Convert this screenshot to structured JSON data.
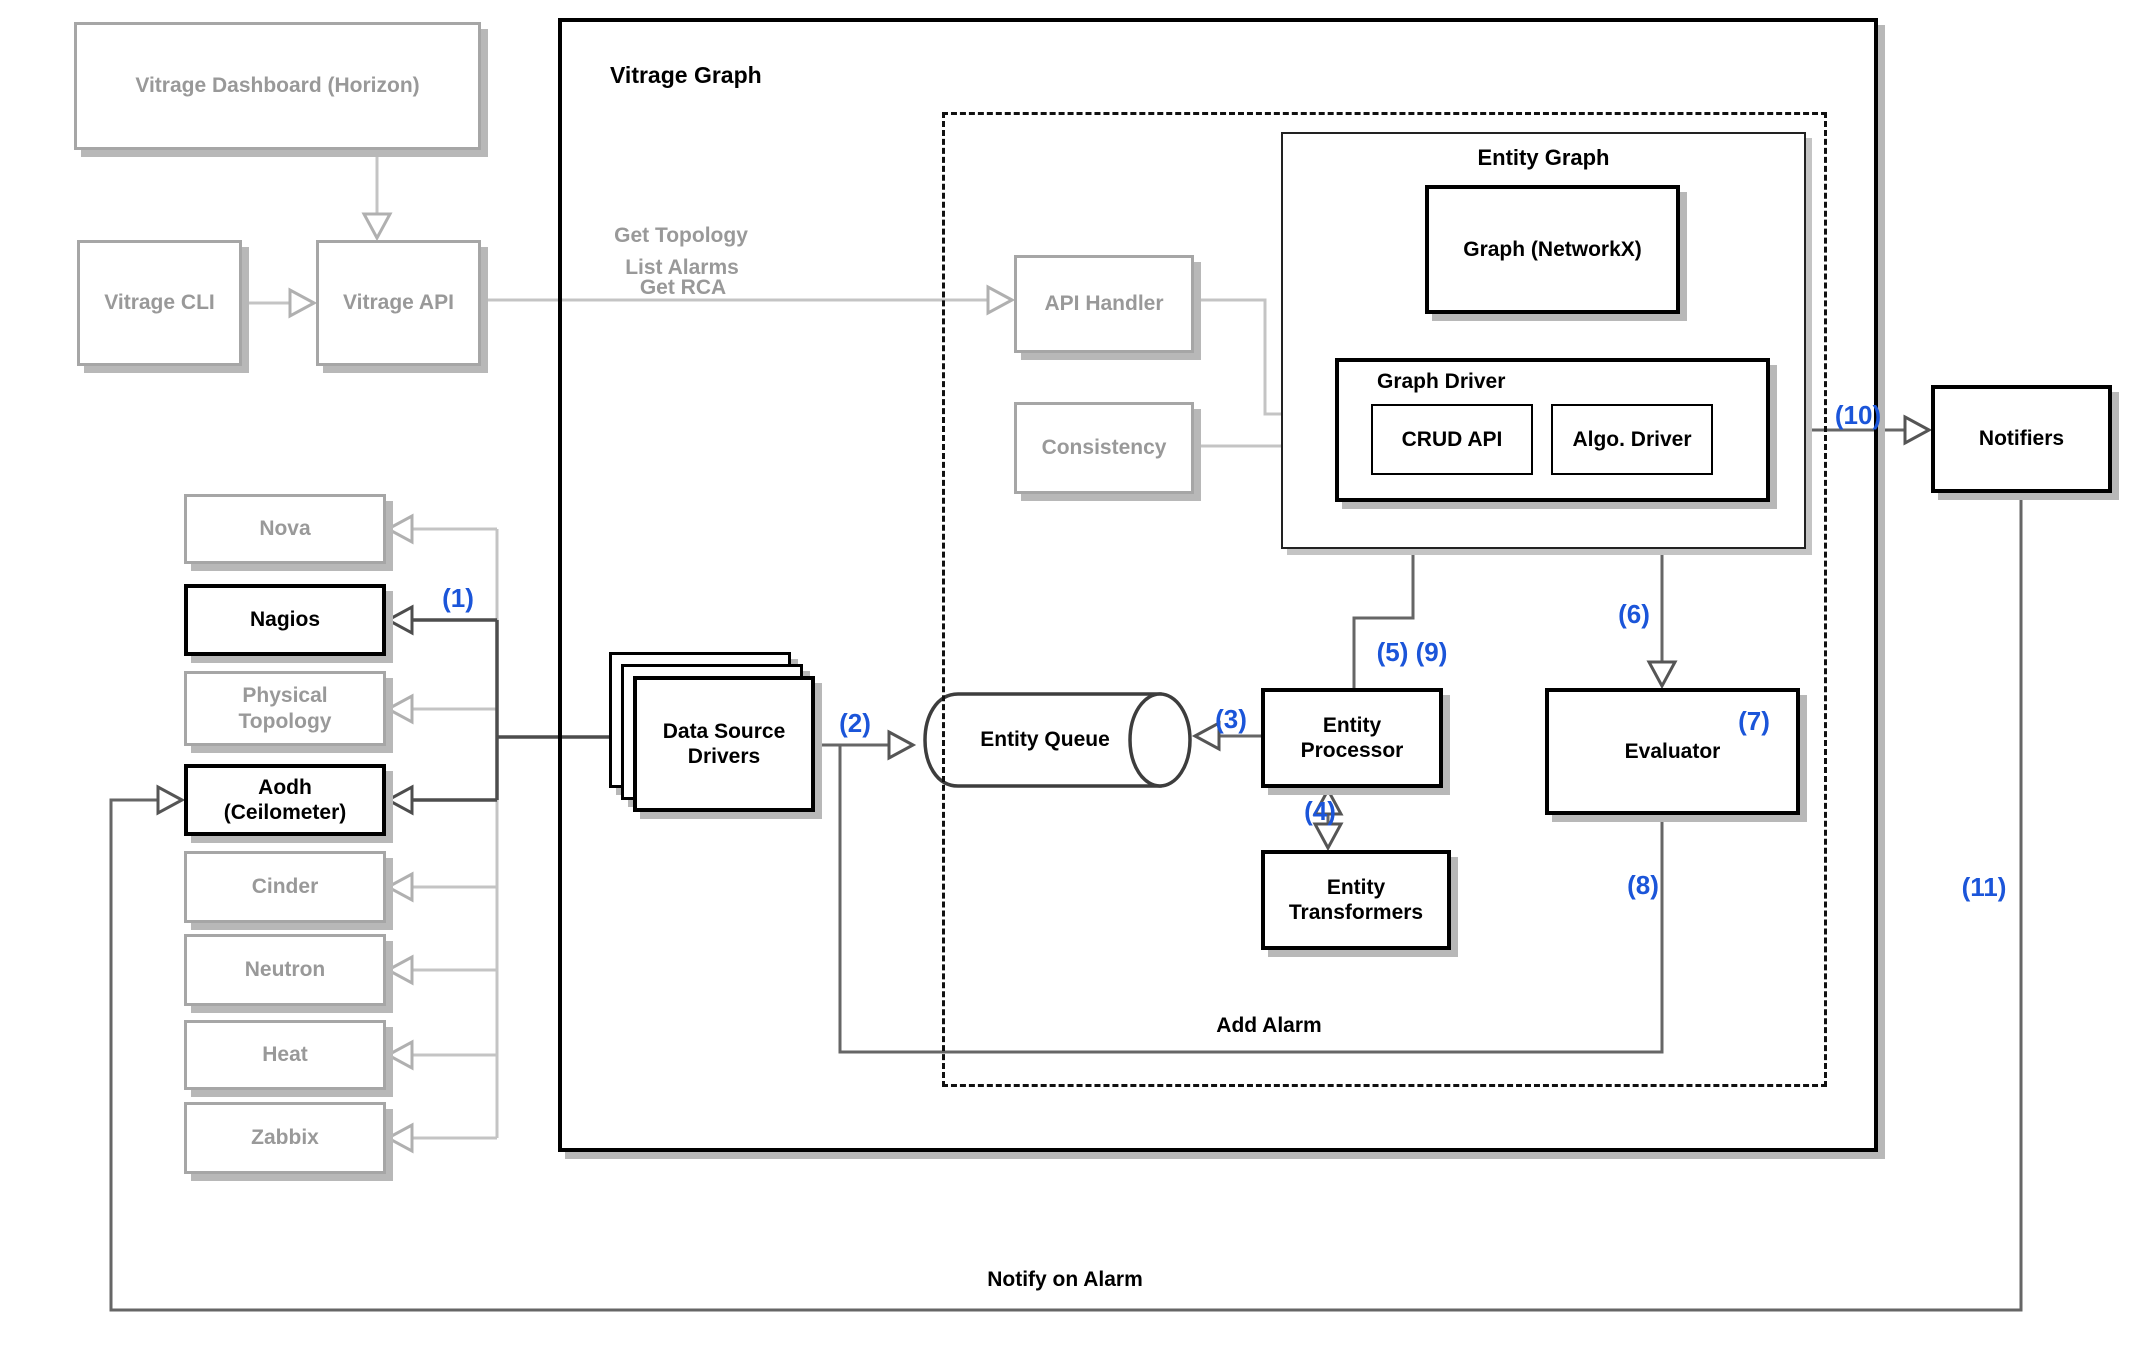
{
  "diagram": {
    "external": {
      "dashboard": "Vitrage Dashboard (Horizon)",
      "cli": "Vitrage CLI",
      "api": "Vitrage API"
    },
    "datasources": {
      "nova": "Nova",
      "nagios": "Nagios",
      "physical_topology": "Physical Topology",
      "aodh": "Aodh (Ceilometer)",
      "cinder": "Cinder",
      "neutron": "Neutron",
      "heat": "Heat",
      "zabbix": "Zabbix"
    },
    "vitrage_graph": {
      "title": "Vitrage Graph",
      "api_handler": "API Handler",
      "consistency": "Consistency",
      "data_source_drivers": "Data Source Drivers",
      "entity_queue": "Entity Queue",
      "entity_processor": "Entity Processor",
      "entity_transformers": "Entity Transformers",
      "evaluator": "Evaluator",
      "entity_graph": {
        "title": "Entity Graph",
        "networkx": "Graph (NetworkX)",
        "graph_driver": {
          "title": "Graph Driver",
          "crud": "CRUD API",
          "algo": "Algo. Driver"
        }
      }
    },
    "notifiers": "Notifiers",
    "flow_labels": {
      "get_topology": "Get Topology",
      "list_alarms": "List Alarms",
      "get_rca": "Get RCA",
      "add_alarm": "Add Alarm",
      "notify_on_alarm": "Notify on Alarm"
    },
    "step_labels": {
      "s1": "(1)",
      "s2": "(2)",
      "s3": "(3)",
      "s4": "(4)",
      "s5_9": "(5) (9)",
      "s6": "(6)",
      "s7": "(7)",
      "s8": "(8)",
      "s10": "(10)",
      "s11": "(11)"
    },
    "colors": {
      "accent_blue": "#1b55d9",
      "gray_text": "#999999",
      "gray_border": "#a6a6a6",
      "light_line": "#c4c4c4",
      "dark_line": "#4d4d4d",
      "mid_line": "#666666"
    }
  }
}
